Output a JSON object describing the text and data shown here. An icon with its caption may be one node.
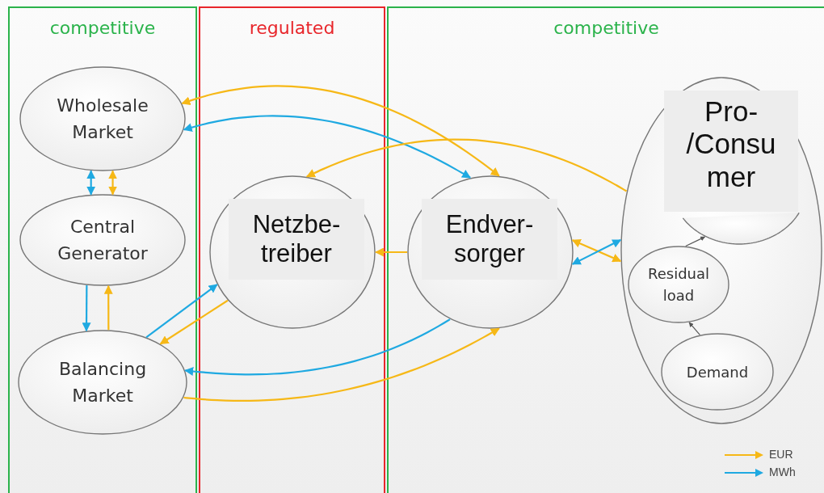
{
  "diagram": {
    "nodes": [
      {
        "text": [
          "competitive"
        ]
      },
      {
        "text": [
          "regulated"
        ]
      },
      {
        "text": [
          "competitive"
        ]
      },
      {
        "text": [
          "Wholesale Market"
        ],
        "in": 0
      },
      {
        "text": [
          "Central Generator"
        ],
        "in": 0
      },
      {
        "text": [
          "Balancing Market"
        ],
        "in": 0
      },
      {
        "text": [
          "Netzbe- treiber"
        ],
        "in": 1
      },
      {
        "text": [
          "Endver- sorger"
        ],
        "in": 2
      },
      {
        "text": [
          "Pro- /Consu mer"
        ],
        "in": 2
      },
      {
        "text": [],
        "shape": "ellipse",
        "in": 8
      },
      {
        "text": [
          "Residual load"
        ],
        "in": 8
      },
      {
        "text": [
          "Demand"
        ],
        "in": 8
      }
    ],
    "edges": [
      {
        "from": 3,
        "to": 7,
        "arrow": "both"
      },
      {
        "from": 3,
        "to": 7,
        "arrow": "both",
        "color": "#1fa9e1"
      },
      {
        "from": 8,
        "to": 6,
        "arrow": "to"
      },
      {
        "from": 3,
        "to": 4,
        "arrow": "both",
        "color": "#1fa9e1"
      },
      {
        "from": 3,
        "to": 4,
        "arrow": "both"
      },
      {
        "from": 4,
        "to": 5,
        "arrow": "to",
        "color": "#1fa9e1"
      },
      {
        "from": 5,
        "to": 4,
        "arrow": "to"
      },
      {
        "from": 5,
        "to": 6,
        "arrow": "to",
        "color": "#1fa9e1"
      },
      {
        "from": 6,
        "to": 5,
        "arrow": "to"
      },
      {
        "from": 7,
        "to": 6,
        "arrow": "to"
      },
      {
        "from": 7,
        "to": 5,
        "arrow": "to",
        "color": "#1fa9e1"
      },
      {
        "from": 5,
        "to": 7,
        "arrow": "to"
      },
      {
        "from": 7,
        "to": 8,
        "arrow": "both"
      },
      {
        "from": 7,
        "to": 8,
        "arrow": "both",
        "color": "#1fa9e1"
      },
      {
        "from": 10,
        "to": 9,
        "arrow": "to",
        "color": "#555555"
      },
      {
        "from": 11,
        "to": 10,
        "arrow": "to",
        "color": "#555555"
      }
    ],
    "legend": [
      {
        "text": "EUR",
        "color": "#f6b817"
      },
      {
        "text": "MWh",
        "color": "#1fa9e1"
      }
    ]
  }
}
